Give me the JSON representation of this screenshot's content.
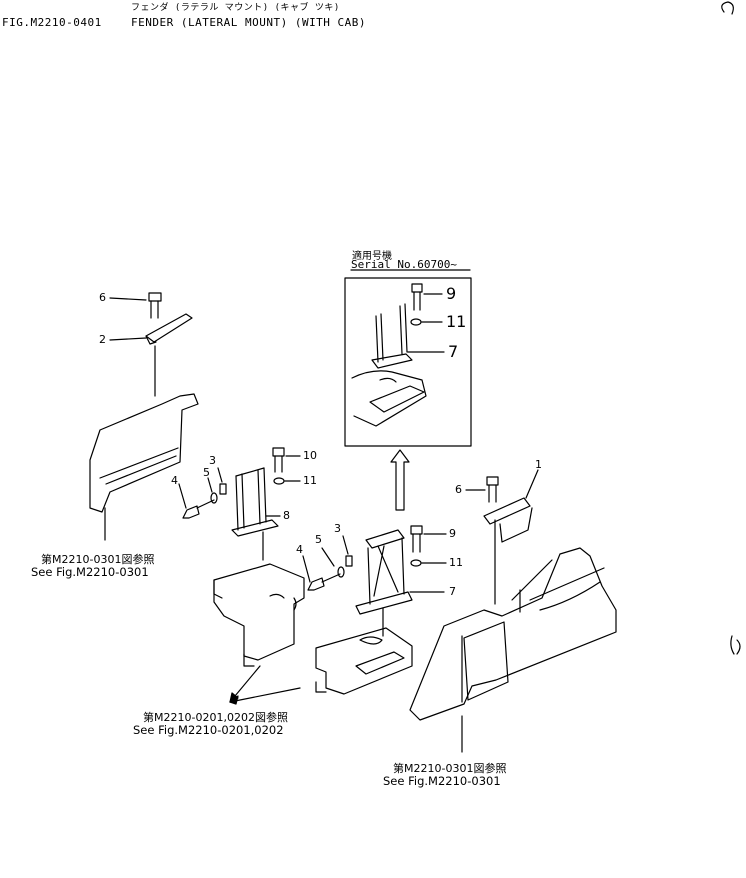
{
  "header": {
    "kana_title": "フェンダ (ラテラル マウント) (キャブ ツキ)",
    "fig_no": "FIG.M2210-0401",
    "title": "FENDER (LATERAL MOUNT) (WITH CAB)"
  },
  "inset": {
    "serial_jp": "適用号機",
    "serial_en": "Serial No.60700~",
    "labels": [
      "9",
      "11",
      "7"
    ]
  },
  "callouts": {
    "left": [
      "6",
      "2"
    ],
    "mid_bracket": [
      "3",
      "5",
      "4",
      "10",
      "11",
      "8"
    ],
    "center": [
      "3",
      "5",
      "4",
      "9",
      "11",
      "7"
    ],
    "right": [
      "1",
      "6"
    ]
  },
  "refs": {
    "left_jp": "第M2210-0301図参照",
    "left_en": "See Fig.M2210-0301",
    "center_jp": "第M2210-0201,0202図参照",
    "center_en": "See Fig.M2210-0201,0202",
    "right_jp": "第M2210-0301図参照",
    "right_en": "See Fig.M2210-0301"
  }
}
